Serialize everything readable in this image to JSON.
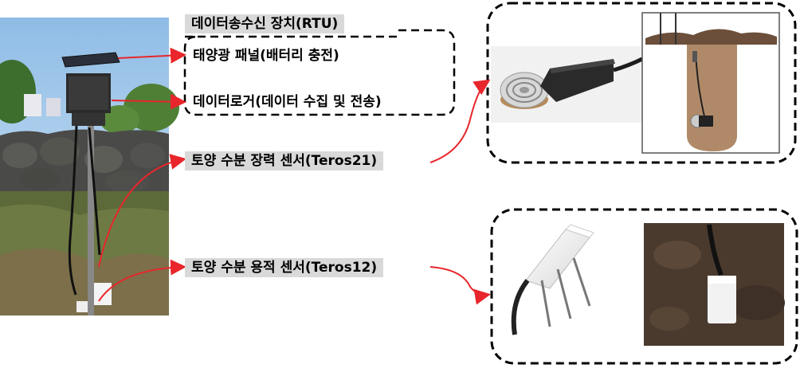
{
  "labels": {
    "rtu": "데이터송수신 장치(RTU)",
    "solar_panel": "태양광 패널(배터리 충전)",
    "datalogger": "데이터로거(데이터 수집 및 전송)",
    "teros21": "토양 수분 장력 센서(Teros21)",
    "teros12": "토양 수분 용적 센서(Teros12)"
  },
  "colors": {
    "arrow": "#e8262b",
    "gray_box": "#d9d9d9",
    "soil": "#8a6a4e",
    "dark_soil": "#3b2f26",
    "sky": "#a9cdee"
  }
}
